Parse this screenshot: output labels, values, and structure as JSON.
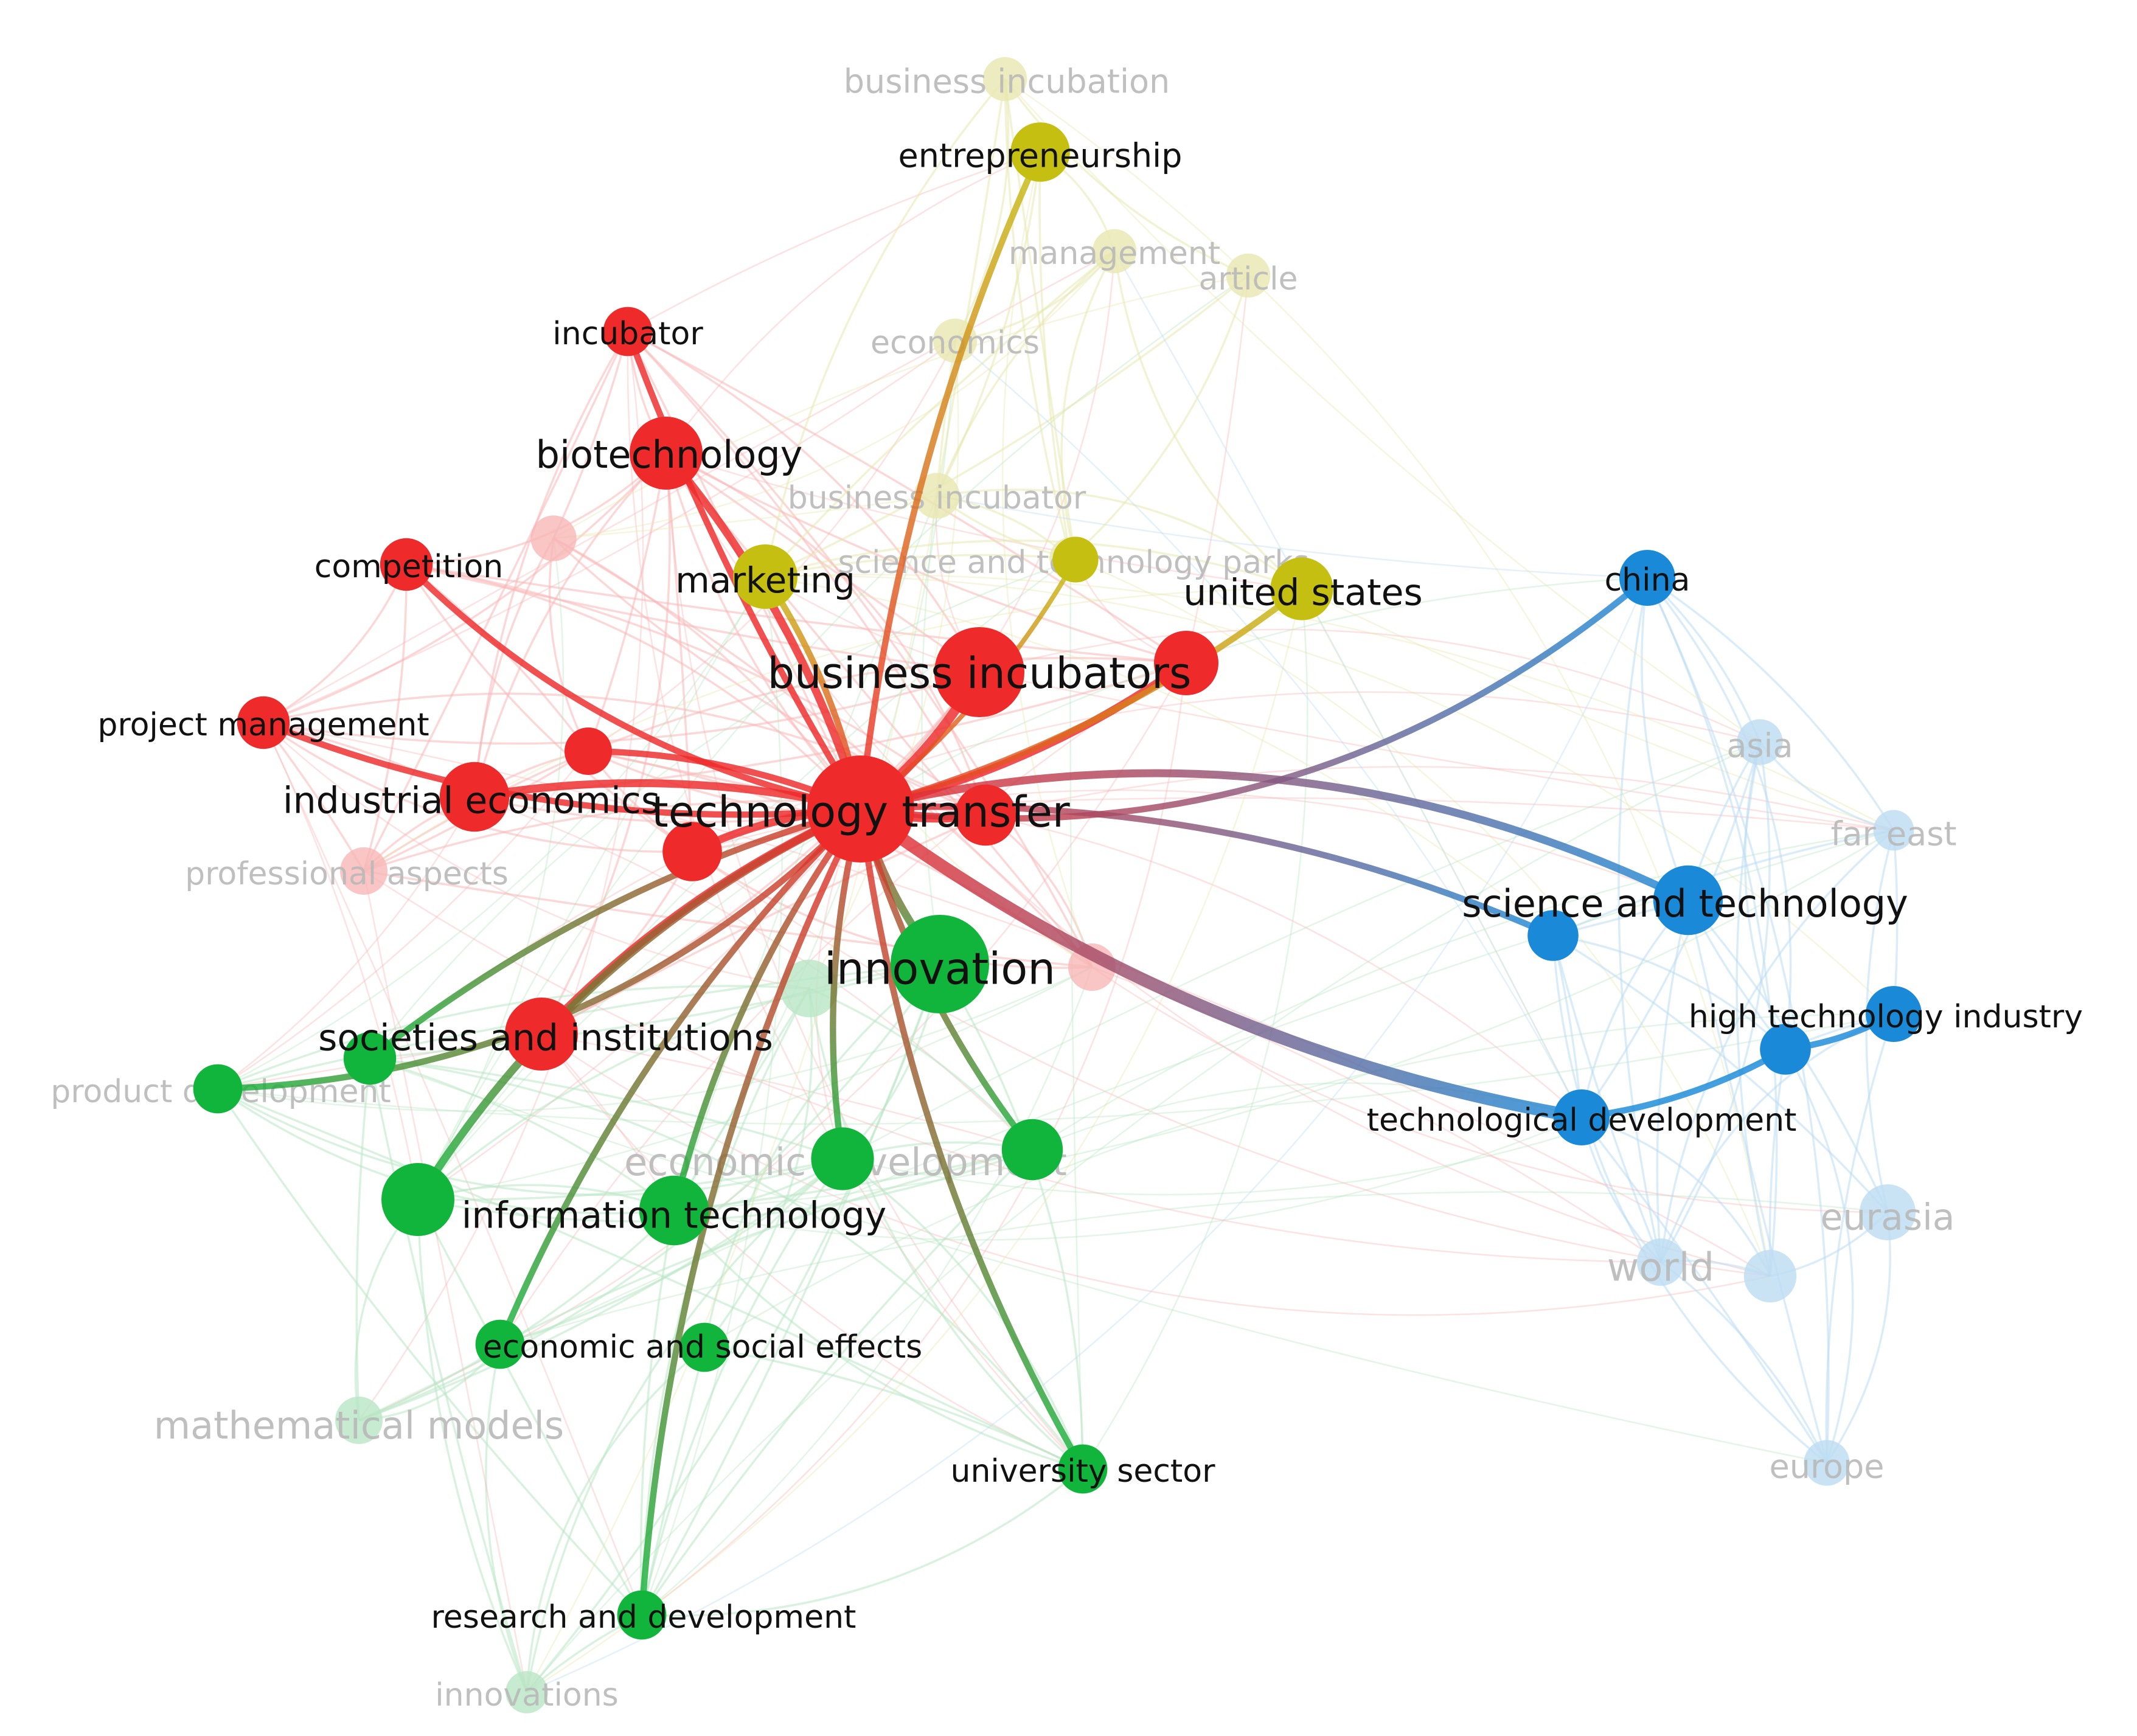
{
  "network": {
    "colors": {
      "red": "#ee2a2a",
      "green": "#12b53c",
      "blue": "#1a8ad8",
      "yellow": "#c4bf10",
      "dim_red": "#f7b6b6",
      "dim_green": "#b9e6c4",
      "dim_blue": "#bcdcf3",
      "dim_yellow": "#e8e7b0",
      "dim_label": "#b8b8b8",
      "label": "#111111"
    },
    "nodes": [
      {
        "id": "technology-transfer",
        "label": "technology transfer",
        "cluster": "red",
        "weight": 5,
        "highlight": true
      },
      {
        "id": "business-incubators",
        "label": "business incubators",
        "cluster": "red",
        "weight": 4,
        "highlight": true
      },
      {
        "id": "biotechnology",
        "label": "biotechnology",
        "cluster": "red",
        "weight": 3,
        "highlight": true
      },
      {
        "id": "incubator",
        "label": "incubator",
        "cluster": "red",
        "weight": 1.6,
        "highlight": true
      },
      {
        "id": "competition",
        "label": "competition",
        "cluster": "red",
        "weight": 1.8,
        "highlight": true
      },
      {
        "id": "project-management",
        "label": "project management",
        "cluster": "red",
        "weight": 1.8,
        "highlight": true
      },
      {
        "id": "industrial-economics",
        "label": "industrial economics",
        "cluster": "red",
        "weight": 2.8,
        "highlight": true
      },
      {
        "id": "societies-and-institutions",
        "label": "societies and institutions",
        "cluster": "red",
        "weight": 3,
        "highlight": true
      },
      {
        "id": "red-node-a",
        "label": "",
        "cluster": "red",
        "weight": 2.5,
        "highlight": true
      },
      {
        "id": "red-node-b",
        "label": "",
        "cluster": "red",
        "weight": 1.5,
        "highlight": true
      },
      {
        "id": "red-node-c",
        "label": "",
        "cluster": "red",
        "weight": 2.2,
        "highlight": true
      },
      {
        "id": "red-node-d",
        "label": "",
        "cluster": "red",
        "weight": 2.3,
        "highlight": true
      },
      {
        "id": "innovation",
        "label": "innovation",
        "cluster": "green",
        "weight": 4.5,
        "highlight": true
      },
      {
        "id": "information-technology",
        "label": "information technology",
        "cluster": "green",
        "weight": 2.8,
        "highlight": true
      },
      {
        "id": "economic-development",
        "label": "economic development",
        "cluster": "green",
        "weight": 2.4,
        "highlight": true
      },
      {
        "id": "green-node-a",
        "label": "",
        "cluster": "green",
        "weight": 2.3,
        "highlight": true
      },
      {
        "id": "green-node-b",
        "label": "",
        "cluster": "green",
        "weight": 3,
        "highlight": true
      },
      {
        "id": "green-node-c",
        "label": "",
        "cluster": "green",
        "weight": 1.8,
        "highlight": true
      },
      {
        "id": "product-development",
        "label": "product development",
        "cluster": "green",
        "weight": 1.6,
        "highlight": true
      },
      {
        "id": "economic-and-social-effects",
        "label": "economic and social effects",
        "cluster": "green",
        "weight": 1.6,
        "highlight": true
      },
      {
        "id": "green-node-d",
        "label": "",
        "cluster": "green",
        "weight": 1.6,
        "highlight": true
      },
      {
        "id": "university-sector",
        "label": "university sector",
        "cluster": "green",
        "weight": 1.6,
        "highlight": true
      },
      {
        "id": "research-and-development",
        "label": "research and development",
        "cluster": "green",
        "weight": 1.6,
        "highlight": true
      },
      {
        "id": "entrepreneurship",
        "label": "entrepreneurship",
        "cluster": "yellow",
        "weight": 2.2,
        "highlight": true
      },
      {
        "id": "marketing",
        "label": "marketing",
        "cluster": "yellow",
        "weight": 2.5,
        "highlight": true
      },
      {
        "id": "united-states",
        "label": "united states",
        "cluster": "yellow",
        "weight": 2.4,
        "highlight": true
      },
      {
        "id": "yellow-node-a",
        "label": "",
        "cluster": "yellow",
        "weight": 1.4,
        "highlight": true
      },
      {
        "id": "china",
        "label": "china",
        "cluster": "blue",
        "weight": 2,
        "highlight": true
      },
      {
        "id": "science-and-technology",
        "label": "science and technology",
        "cluster": "blue",
        "weight": 2.8,
        "highlight": true
      },
      {
        "id": "blue-node-a",
        "label": "",
        "cluster": "blue",
        "weight": 1.7,
        "highlight": true
      },
      {
        "id": "high-technology-industry",
        "label": "high technology industry",
        "cluster": "blue",
        "weight": 2,
        "highlight": true
      },
      {
        "id": "blue-node-b",
        "label": "",
        "cluster": "blue",
        "weight": 1.7,
        "highlight": true
      },
      {
        "id": "technological-development",
        "label": "technological development",
        "cluster": "blue",
        "weight": 2,
        "highlight": true
      },
      {
        "id": "business-incubation",
        "label": "business incubation",
        "cluster": "yellow",
        "weight": 1.3,
        "highlight": false
      },
      {
        "id": "management",
        "label": "management",
        "cluster": "yellow",
        "weight": 1.3,
        "highlight": false
      },
      {
        "id": "article",
        "label": "article",
        "cluster": "yellow",
        "weight": 1.3,
        "highlight": false
      },
      {
        "id": "economics",
        "label": "economics",
        "cluster": "yellow",
        "weight": 1.3,
        "highlight": false
      },
      {
        "id": "business-incubator",
        "label": "business incubator",
        "cluster": "yellow",
        "weight": 1.4,
        "highlight": false
      },
      {
        "id": "science-and-technology-parks",
        "label": "science and technology parks",
        "cluster": "yellow",
        "weight": 1.2,
        "highlight": false
      },
      {
        "id": "professional-aspects",
        "label": "professional aspects",
        "cluster": "red",
        "weight": 1.5,
        "highlight": false
      },
      {
        "id": "red-faint-a",
        "label": "",
        "cluster": "red",
        "weight": 1.4,
        "highlight": false
      },
      {
        "id": "red-faint-b",
        "label": "",
        "cluster": "red",
        "weight": 1.5,
        "highlight": false
      },
      {
        "id": "mathematical-models",
        "label": "mathematical models",
        "cluster": "green",
        "weight": 1.5,
        "highlight": false
      },
      {
        "id": "innovations",
        "label": "innovations",
        "cluster": "green",
        "weight": 1.2,
        "highlight": false
      },
      {
        "id": "green-faint-a",
        "label": "",
        "cluster": "green",
        "weight": 2.1,
        "highlight": false
      },
      {
        "id": "asia",
        "label": "asia",
        "cluster": "blue",
        "weight": 1.4,
        "highlight": false
      },
      {
        "id": "far-east",
        "label": "far east",
        "cluster": "blue",
        "weight": 1.1,
        "highlight": false
      },
      {
        "id": "eurasia",
        "label": "eurasia",
        "cluster": "blue",
        "weight": 2,
        "highlight": false
      },
      {
        "id": "world",
        "label": "world",
        "cluster": "blue",
        "weight": 1.5,
        "highlight": false
      },
      {
        "id": "europe",
        "label": "europe",
        "cluster": "blue",
        "weight": 1.4,
        "highlight": false
      },
      {
        "id": "blue-faint-a",
        "label": "",
        "cluster": "blue",
        "weight": 1.8,
        "highlight": false
      }
    ],
    "links": [
      {
        "source": "technology-transfer",
        "target": "business-incubators",
        "strength": 6
      },
      {
        "source": "technology-transfer",
        "target": "biotechnology",
        "strength": 5
      },
      {
        "source": "technology-transfer",
        "target": "incubator",
        "strength": 4
      },
      {
        "source": "technology-transfer",
        "target": "competition",
        "strength": 4
      },
      {
        "source": "technology-transfer",
        "target": "project-management",
        "strength": 4
      },
      {
        "source": "technology-transfer",
        "target": "industrial-economics",
        "strength": 5
      },
      {
        "source": "technology-transfer",
        "target": "societies-and-institutions",
        "strength": 5
      },
      {
        "source": "technology-transfer",
        "target": "red-node-a",
        "strength": 5
      },
      {
        "source": "technology-transfer",
        "target": "red-node-b",
        "strength": 4
      },
      {
        "source": "technology-transfer",
        "target": "red-node-c",
        "strength": 5
      },
      {
        "source": "technology-transfer",
        "target": "red-node-d",
        "strength": 5
      },
      {
        "source": "technology-transfer",
        "target": "innovation",
        "strength": 5
      },
      {
        "source": "technology-transfer",
        "target": "information-technology",
        "strength": 4
      },
      {
        "source": "technology-transfer",
        "target": "economic-development",
        "strength": 4
      },
      {
        "source": "technology-transfer",
        "target": "green-node-a",
        "strength": 4
      },
      {
        "source": "technology-transfer",
        "target": "green-node-b",
        "strength": 5
      },
      {
        "source": "technology-transfer",
        "target": "green-node-c",
        "strength": 4
      },
      {
        "source": "technology-transfer",
        "target": "product-development",
        "strength": 4
      },
      {
        "source": "technology-transfer",
        "target": "economic-and-social-effects",
        "strength": 4
      },
      {
        "source": "technology-transfer",
        "target": "university-sector",
        "strength": 4
      },
      {
        "source": "technology-transfer",
        "target": "research-and-development",
        "strength": 4
      },
      {
        "source": "technology-transfer",
        "target": "entrepreneurship",
        "strength": 4
      },
      {
        "source": "technology-transfer",
        "target": "marketing",
        "strength": 4
      },
      {
        "source": "technology-transfer",
        "target": "united-states",
        "strength": 4
      },
      {
        "source": "technology-transfer",
        "target": "yellow-node-a",
        "strength": 3
      },
      {
        "source": "technology-transfer",
        "target": "china",
        "strength": 4
      },
      {
        "source": "technology-transfer",
        "target": "science-and-technology",
        "strength": 5
      },
      {
        "source": "technology-transfer",
        "target": "blue-node-a",
        "strength": 4
      },
      {
        "source": "technology-transfer",
        "target": "technological-development",
        "strength": 8
      },
      {
        "source": "technological-development",
        "target": "blue-node-b",
        "strength": 4
      },
      {
        "source": "blue-node-b",
        "target": "high-technology-industry",
        "strength": 4
      }
    ]
  }
}
